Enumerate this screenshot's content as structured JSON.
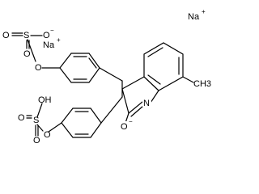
{
  "molecule": {
    "labels": {
      "na_top_right": "Na",
      "na_top_right_charge": "+",
      "na_left": "Na",
      "na_left_charge": "+",
      "sulfonate_top_o": "O",
      "sulfonate_top_s": "S",
      "sulfonate_top_o_down": "O",
      "sulfonate_top_o_right": "O",
      "sulfonate_top_o_right_charge": "−",
      "sulfonate_top_o_link": "O",
      "methyl": "CH3",
      "imine_n": "N",
      "olate_o": "O",
      "olate_charge": "−",
      "sulfate_bottom_oh": "OH",
      "sulfate_bottom_s": "S",
      "sulfate_bottom_o_left": "O",
      "sulfate_bottom_o_down": "O",
      "sulfate_bottom_o_link": "O"
    }
  }
}
